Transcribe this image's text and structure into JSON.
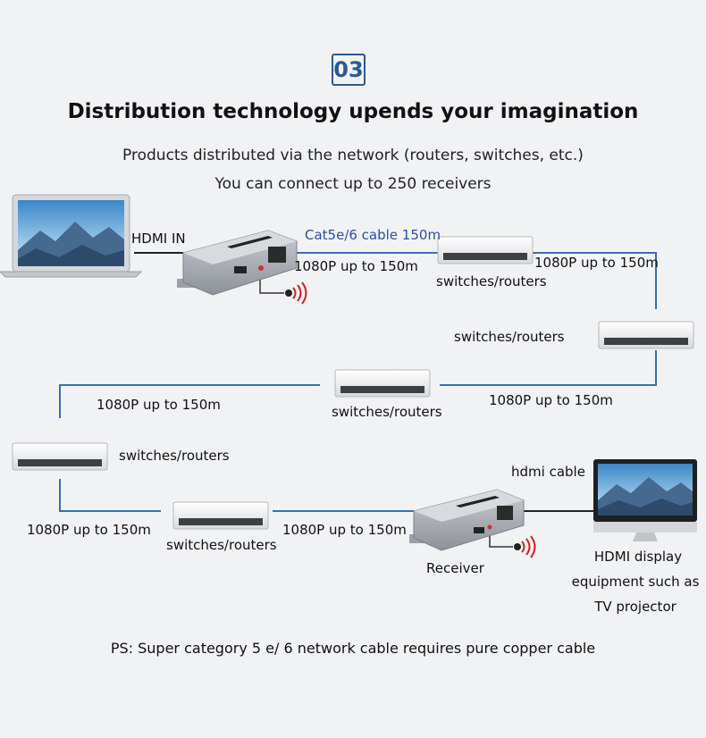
{
  "header": {
    "badge": "03",
    "title": "Distribution technology upends your imagination",
    "subtitle_line1": "Products distributed via the network (routers, switches, etc.)",
    "subtitle_line2": "You can connect up to 250 receivers"
  },
  "labels": {
    "hdmi_in": "HDMI IN",
    "cable_type": "Cat5e/6 cable 150m",
    "range_1": "1080P up to 150m",
    "range_2": "1080P up to 150m",
    "range_3": "1080P up to 150m",
    "range_4": "1080P up to 150m",
    "range_5": "1080P up to 150m",
    "range_6": "1080P up to 150m",
    "switch_1": "switches/routers",
    "switch_2": "switches/routers",
    "switch_3": "switches/routers",
    "switch_4": "switches/routers",
    "switch_5": "switches/routers",
    "receiver": "Receiver",
    "hdmi_cable": "hdmi cable",
    "display_line1": "HDMI display",
    "display_line2": "equipment such as",
    "display_line3": "TV projector"
  },
  "footnote": "PS: Super category 5 e/ 6 network cable requires pure copper cable",
  "colors": {
    "accent": "#2b5b8e",
    "cable_blue": "#3a6fb0",
    "label_blue": "#2d4fa3"
  }
}
